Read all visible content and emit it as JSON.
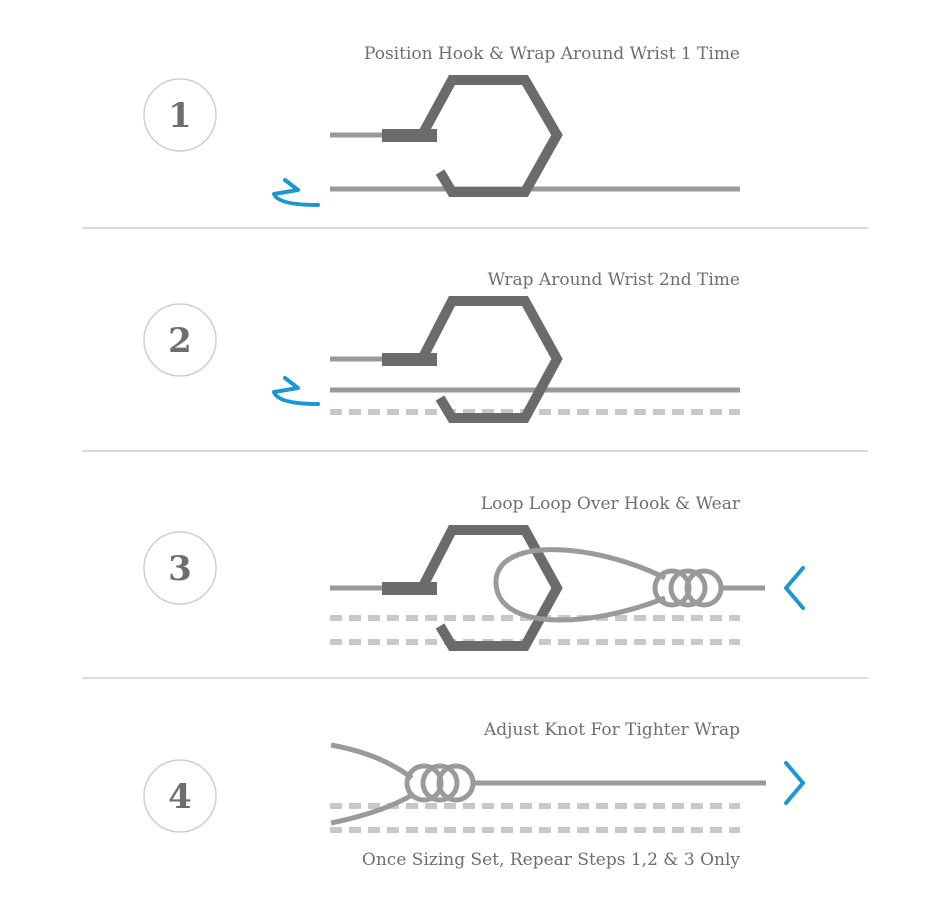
{
  "steps": [
    {
      "number": "1",
      "title": "Position Hook & Wrap Around Wrist 1 Time"
    },
    {
      "number": "2",
      "title": "Wrap Around Wrist 2nd Time"
    },
    {
      "number": "3",
      "title": "Loop Loop Over Hook & Wear"
    },
    {
      "number": "4",
      "title": "Adjust Knot For Tighter Wrap"
    }
  ],
  "footer_note": "Once Sizing Set, Repear Steps 1,2 & 3 Only",
  "colors": {
    "accent": "#1a98d5",
    "hook": "#6b6b6b",
    "strap": "#9a9a9a"
  }
}
